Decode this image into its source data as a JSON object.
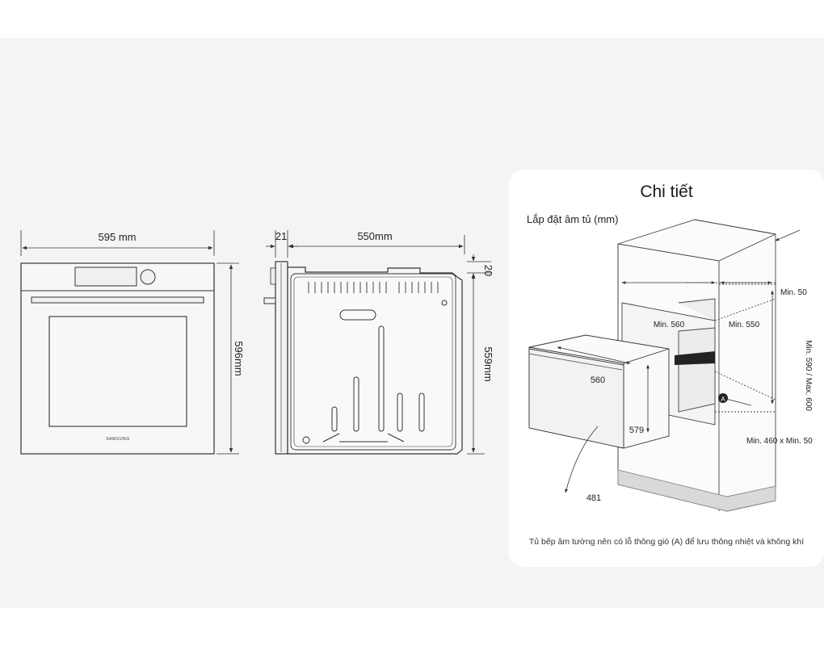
{
  "front_view": {
    "width_label": "595 mm",
    "height_label": "596mm",
    "brand": "SAMSUNG"
  },
  "side_view": {
    "door_depth_label": "21",
    "depth_label": "550mm",
    "top_offset_label": "20",
    "height_label": "559mm"
  },
  "detail": {
    "title": "Chi tiết",
    "subtitle": "Lắp đặt âm tủ (mm)",
    "min_top_depth": "Min. 50",
    "min_width": "Min. 560",
    "min_depth": "Min. 550",
    "height_range": "Min. 590 / Max. 600",
    "vent_marker": "A",
    "vent_size": "Min. 460 x Min. 50",
    "oven_width": "560",
    "oven_height": "579",
    "oven_depth": "481",
    "note": "Tủ bếp âm tường nên có lỗ thông gió (A) để lưu thông nhiệt và không khí"
  }
}
